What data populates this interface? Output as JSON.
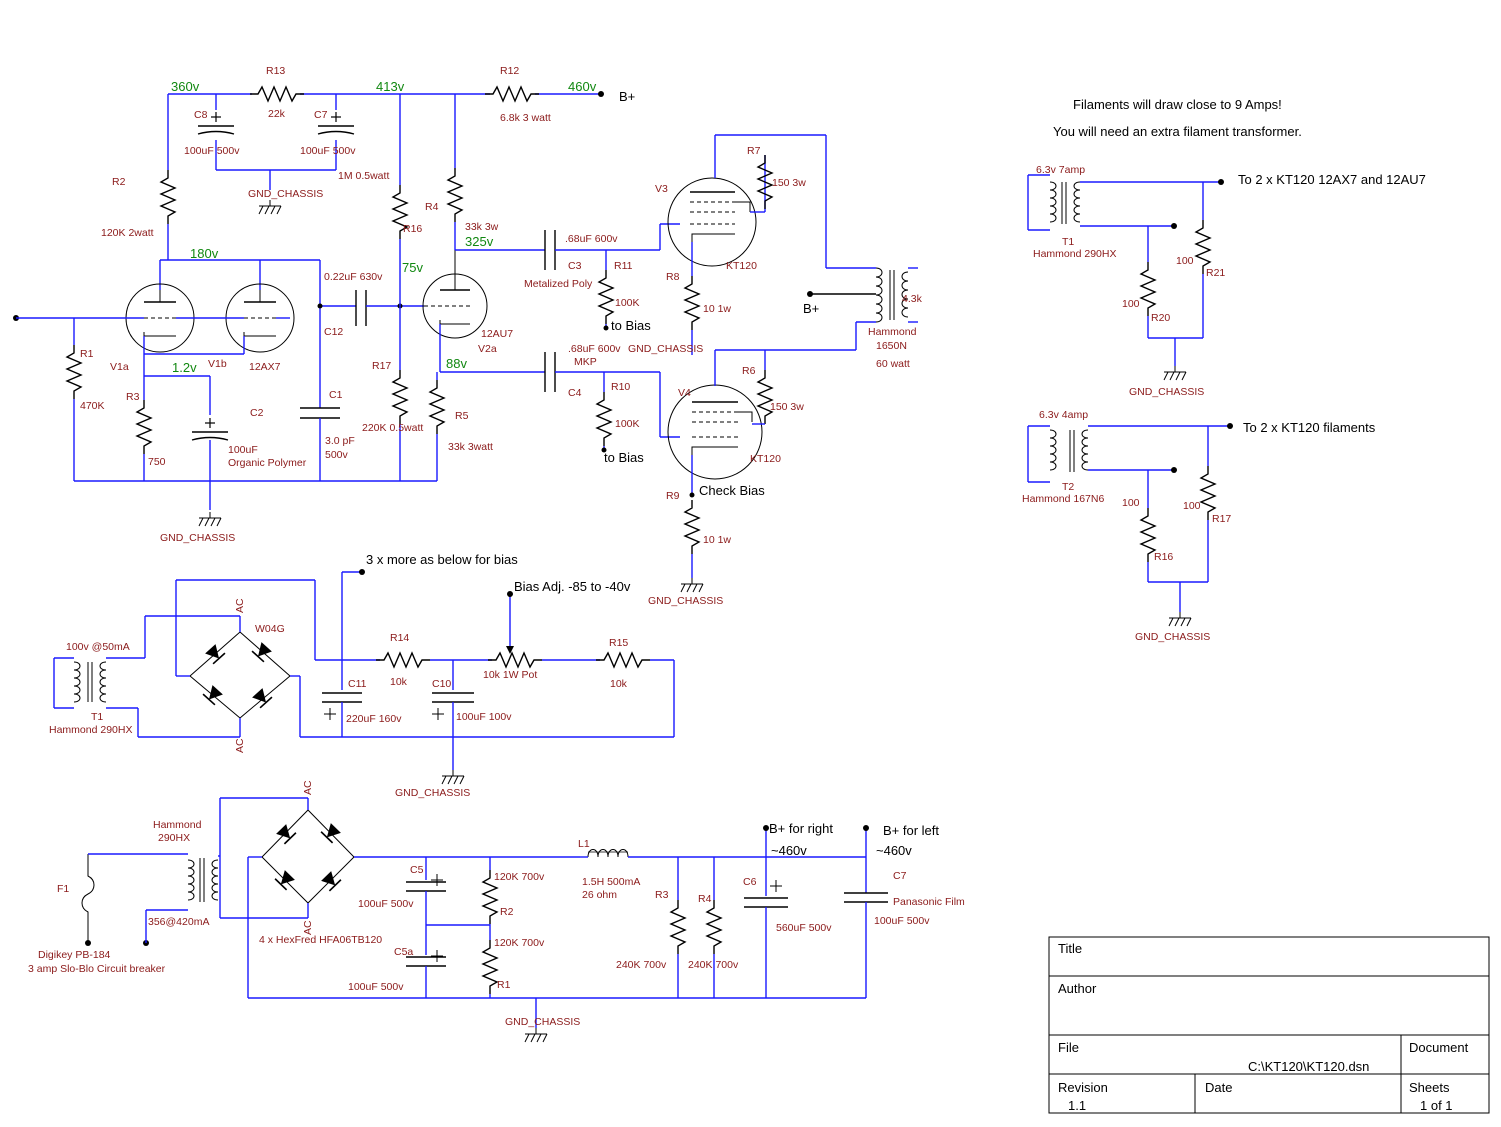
{
  "notes": {
    "filament_warning": "Filaments will draw close to 9 Amps!",
    "extra_transformer": "You will need an extra filament transformer."
  },
  "voltages": {
    "n360": "360v",
    "n413": "413v",
    "n460": "460v",
    "n180": "180v",
    "n325": "325v",
    "n75": "75v",
    "n88": "88v",
    "n1v2": "1.2v",
    "bplus_right": "~460v",
    "bplus_left": "~460v"
  },
  "amp": {
    "R13": "R13",
    "R13_val": "22k",
    "R12": "R12",
    "R12_val": "6.8k 3 watt",
    "C8": "C8",
    "C8_val": "100uF 500v",
    "C7": "C7",
    "C7_val": "100uF 500v",
    "R2": "R2",
    "R2_val": "120K 2watt",
    "R16_val": "1M 0.5watt",
    "R16": "R16",
    "R4": "R4",
    "R4_val": "33k 3w",
    "gnd1": "GND_CHASSIS",
    "gnd2": "GND_CHASSIS",
    "gnd3": "GND_CHASSIS",
    "gnd4": "GND_CHASSIS",
    "C12_val": "0.22uF 630v",
    "C12": "C12",
    "R1": "R1",
    "R1_val": "470K",
    "V1a": "V1a",
    "V1b": "V1b",
    "tube12ax7": "12AX7",
    "V2a": "V2a",
    "tube12au7": "12AU7",
    "R3": "R3",
    "R3_val": "750",
    "C2": "C2",
    "C2_val1": "100uF",
    "C2_val2": "Organic Polymer",
    "C1": "C1",
    "C1_val1": "3.0 pF",
    "C1_val2": "500v",
    "R17": "R17",
    "R17_val": "220K 0.5watt",
    "R5": "R5",
    "R5_val": "33k 3watt",
    "C3_val": ".68uF 600v",
    "C3": "C3",
    "C3_type": "Metalized Poly",
    "R11": "R11",
    "R11_val": "100K",
    "to_bias1": "to Bias",
    "C4_val": ".68uF 600v",
    "C4_type": "MKP",
    "C4": "C4",
    "R10": "R10",
    "R10_val": "100K",
    "to_bias2": "to Bias",
    "V3": "V3",
    "V3_type": "KT120",
    "V4": "V4",
    "V4_type": "KT120",
    "R7": "R7",
    "R7_val": "150 3w",
    "R6": "R6",
    "R6_val": "150  3w",
    "R8": "R8",
    "R8_val": "10 1w",
    "R9": "R9",
    "R9_val": "10 1w",
    "check_bias": "Check Bias",
    "ot_imp": "4.3k",
    "ot_name1": "Hammond",
    "ot_name2": "1650N",
    "ot_name3": "60 watt",
    "bplus": "B+",
    "bplus_in": "B+"
  },
  "filaments": {
    "T1_sec": "6.3v 7amp",
    "T1": "T1",
    "T1_name": "Hammond 290HX",
    "to_out1": "To 2 x KT120 12AX7 and 12AU7",
    "R20_val": "100",
    "R20": "R20",
    "R21_val": "100",
    "R21": "R21",
    "gnd_a": "GND_CHASSIS",
    "T2_sec": "6.3v 4amp",
    "T2": "T2",
    "T2_name": "Hammond 167N6",
    "to_out2": "To 2 x KT120 filaments",
    "R16_val": "100",
    "R16": "R16",
    "R17_val": "100",
    "R17": "R17",
    "gnd_b": "GND_CHASSIS"
  },
  "bias": {
    "more_note": "3 x more as below for bias",
    "adj": "Bias Adj. -85 to -40v",
    "T1_pri": "100v @50mA",
    "T1": "T1",
    "T1_name": "Hammond 290HX",
    "bridge": "W04G",
    "ac_top": "AC",
    "ac_bot": "AC",
    "R14": "R14",
    "R14_val": "10k",
    "pot_val": "10k 1W Pot",
    "R15": "R15",
    "R15_val": "10k",
    "C11": "C11",
    "C11_val": "220uF 160v",
    "C10": "C10",
    "C10_val": "100uF 100v",
    "gnd": "GND_CHASSIS"
  },
  "psu": {
    "tr_name1": "Hammond",
    "tr_name2": "290HX",
    "sec": "356@420mA",
    "F1": "F1",
    "F1_val1": "Digikey PB-184",
    "F1_val2": "3 amp Slo-Blo Circuit breaker",
    "ac_top": "AC",
    "ac_bot": "AC",
    "diodes": "4 x HexFred HFA06TB120",
    "C5": "C5",
    "C5_val": "100uF 500v",
    "C5a": "C5a",
    "C5a_val": "100uF 500v",
    "R2_val": "120K 700v",
    "R2": "R2",
    "R1_val": "120K 700v",
    "R1": "R1",
    "L1": "L1",
    "L1_val1": "1.5H 500mA",
    "L1_val2": "26 ohm",
    "R3": "R3",
    "R3_val": "240K 700v",
    "R4": "R4",
    "R4_val": "240K 700v",
    "C6": "C6",
    "C6_val": "560uF 500v",
    "C7": "C7",
    "C7_type": "Panasonic Film",
    "C7_val": "100uF 500v",
    "bplus_right": "B+ for right",
    "bplus_left": "B+ for left",
    "gnd": "GND_CHASSIS"
  },
  "title_block": {
    "title": "Title",
    "author": "Author",
    "file": "File",
    "document": "Document",
    "file_path": "C:\\KT120\\KT120.dsn",
    "revision": "Revision",
    "date": "Date",
    "sheets": "Sheets",
    "rev_val": "1.1",
    "sheets_val": "1 of 1"
  }
}
